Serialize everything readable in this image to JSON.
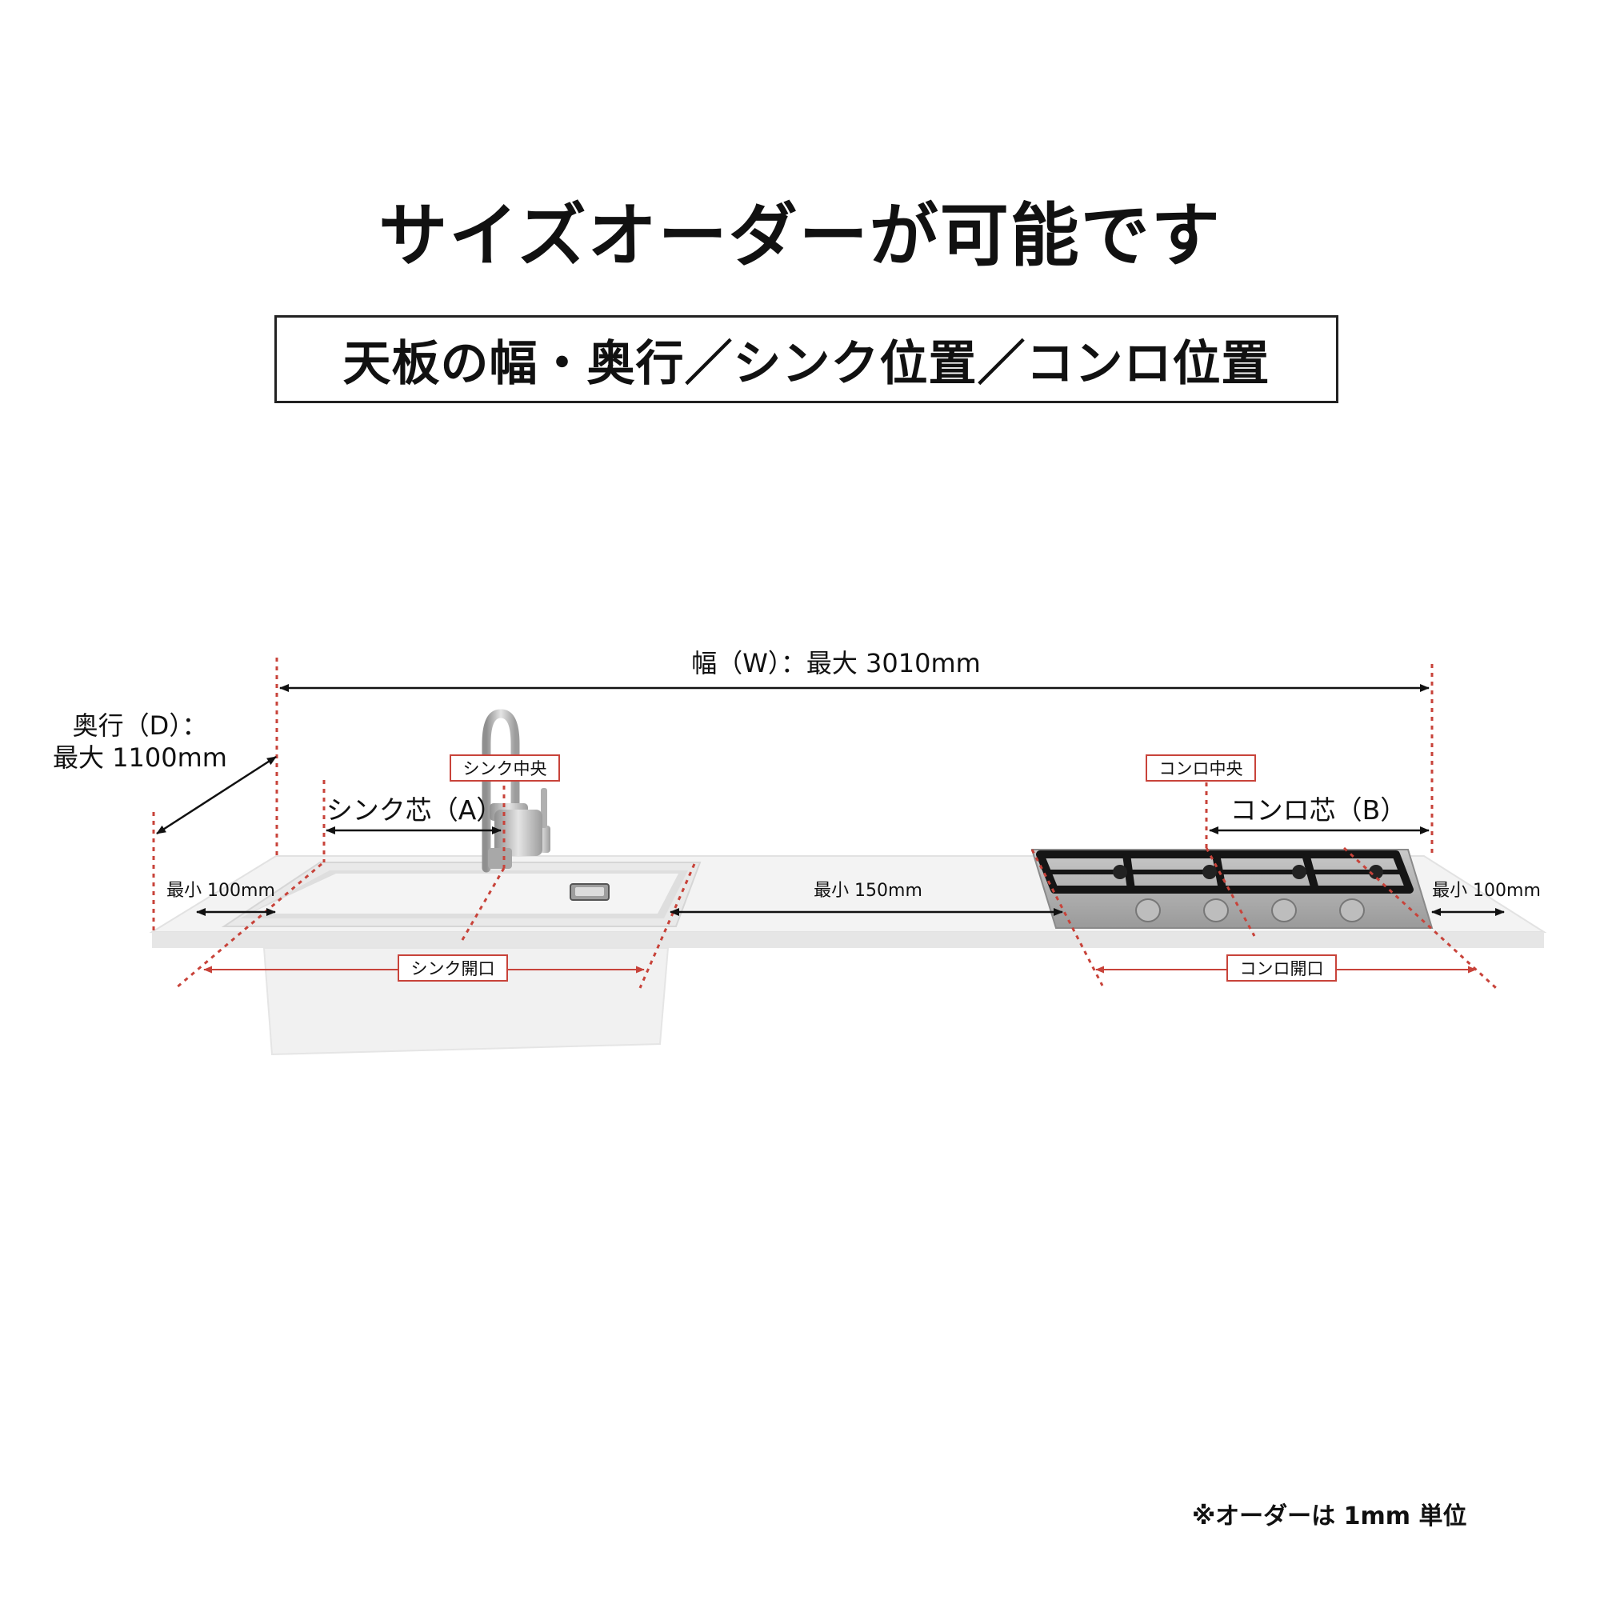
{
  "title": "サイズオーダーが可能です",
  "subtitle": "天板の幅・奥行／シンク位置／コンロ位置",
  "dimensions": {
    "width": "幅（W）：最大 3010mm",
    "depth_line1": "奥行（D）：",
    "depth_line2": "最大 1100mm",
    "sink_core": "シンク芯（A）",
    "stove_core": "コンロ芯（B）",
    "min_left": "最小 100mm",
    "min_middle": "最小 150mm",
    "min_right": "最小 100mm"
  },
  "tags": {
    "sink_center": "シンク中央",
    "stove_center": "コンロ中央",
    "sink_opening": "シンク開口",
    "stove_opening": "コンロ開口"
  },
  "footnote": "※オーダーは 1mm 単位",
  "colors": {
    "guide_red": "#c8433a",
    "dimension_black": "#111111",
    "counter_top": "#f3f3f3",
    "counter_front": "#e6e6e6"
  },
  "icons": {
    "faucet": "faucet-icon",
    "burner_grate": "burner-grate-icon",
    "control_knob": "control-knob-icon",
    "drain_cover": "drain-cover-icon"
  }
}
